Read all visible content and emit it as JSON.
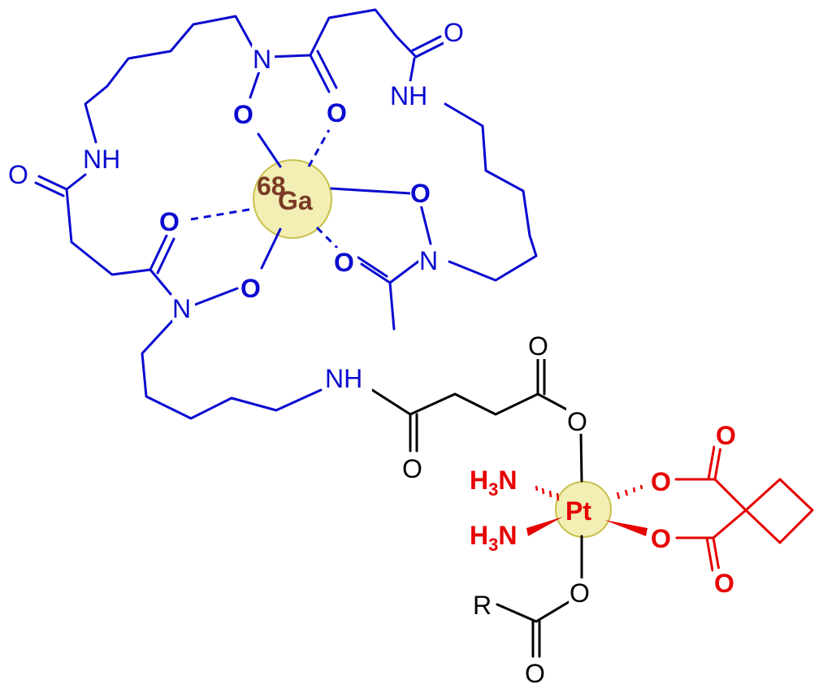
{
  "colors": {
    "chelator": "#0a0ad0",
    "linker": "#000000",
    "platinum_ligand": "#e60000",
    "gallium_text": "#7a3b26",
    "metal_highlight": "#f2eeb4",
    "metal_highlight_border": "#c8c04a"
  },
  "gallium": {
    "isotope": "68",
    "symbol": "Ga"
  },
  "platinum": {
    "symbol": "Pt"
  },
  "atoms": {
    "nitrogen": "N",
    "oxygen": "O",
    "amide_nh": "NH",
    "ammine_h": "H",
    "ammine_subscript": "3",
    "ammine_n": "N",
    "r_group": "R"
  }
}
